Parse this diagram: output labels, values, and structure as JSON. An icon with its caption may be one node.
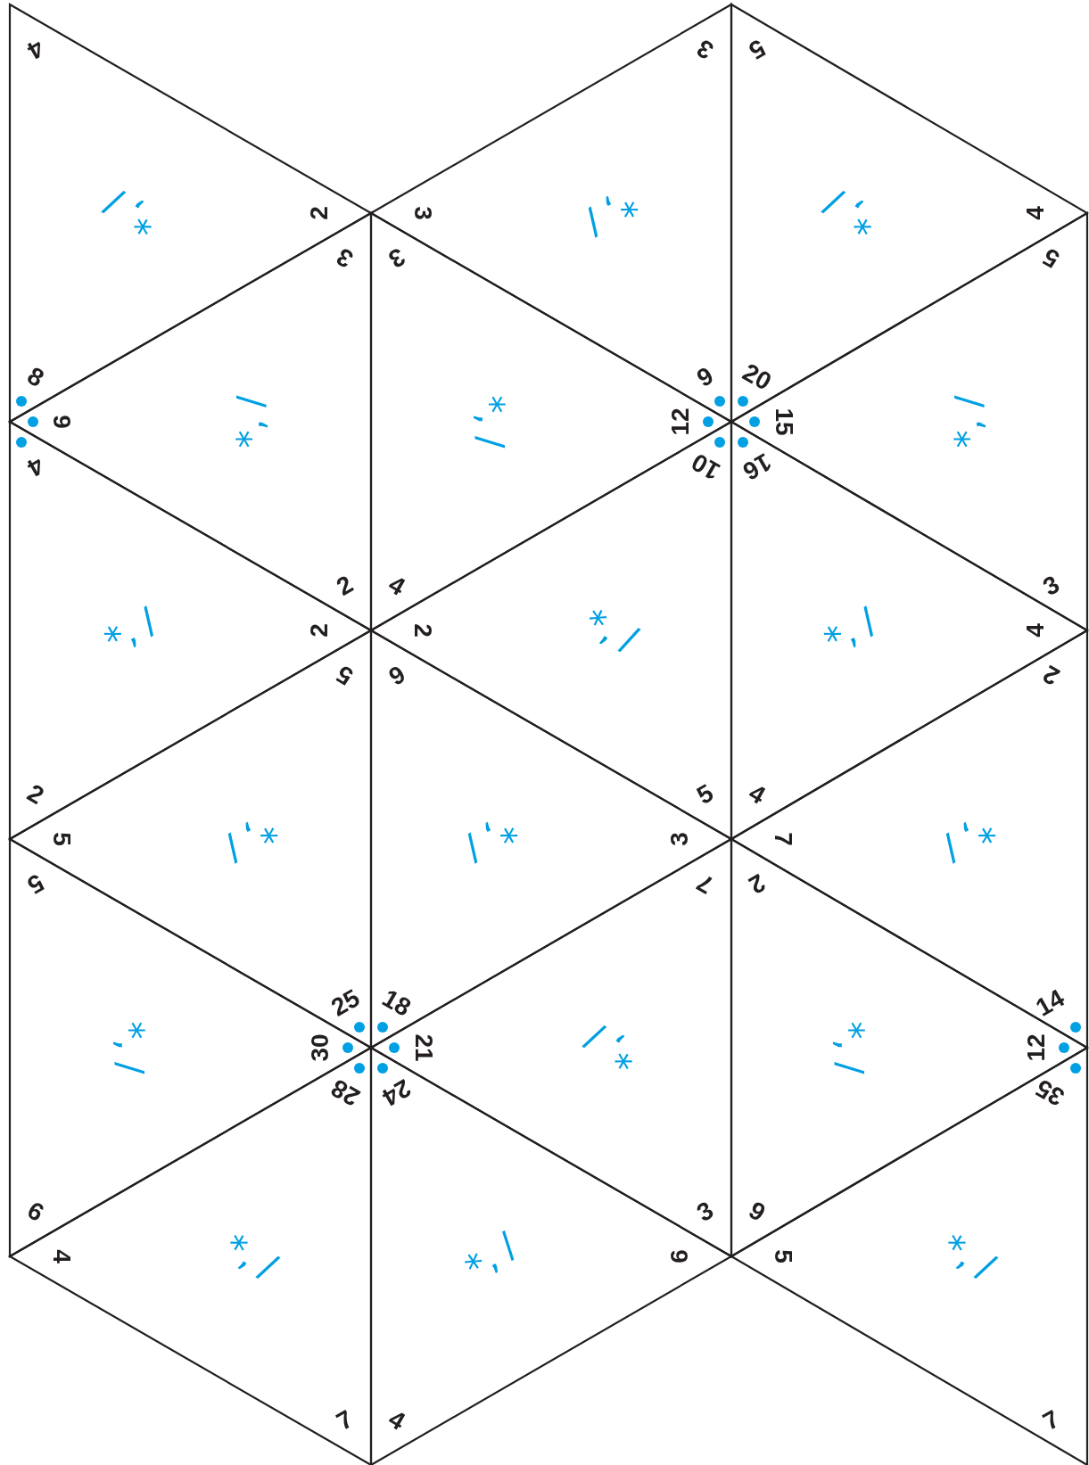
{
  "diagram": {
    "nodes": [
      {
        "text": [
          "*, /",
          "4",
          "2",
          "8"
        ]
      },
      {
        "text": [
          "*, /",
          "9",
          "3",
          "2"
        ]
      },
      {
        "text": [
          "*, /",
          "4",
          "2",
          "2"
        ]
      },
      {
        "text": [
          "*, /",
          "5",
          "5",
          "25"
        ]
      },
      {
        "text": [
          "*, /",
          "5",
          "30",
          "6"
        ]
      },
      {
        "text": [
          "*, /",
          "4",
          "28",
          "7"
        ]
      },
      {
        "text": [
          "*, /",
          "3",
          "3",
          "9"
        ]
      },
      {
        "text": [
          "*, /",
          "3",
          "12",
          "4"
        ]
      },
      {
        "text": [
          "*, /",
          "2",
          "10",
          "5"
        ]
      },
      {
        "text": [
          "*, /",
          "6",
          "3",
          "18"
        ]
      },
      {
        "text": [
          "*, /",
          "21",
          "7",
          "3"
        ]
      },
      {
        "text": [
          "*, /",
          "24",
          "6",
          "4"
        ]
      },
      {
        "text": [
          "*, /",
          "5",
          "4",
          "20"
        ]
      },
      {
        "text": [
          "*, /",
          "15",
          "5",
          "3"
        ]
      },
      {
        "text": [
          "*, /",
          "16",
          "4",
          "4"
        ]
      },
      {
        "text": [
          "*, /",
          "7",
          "2",
          "14"
        ]
      },
      {
        "text": [
          "*, /",
          "2",
          "12",
          "9"
        ]
      },
      {
        "text": [
          "*, /",
          "5",
          "35",
          "7"
        ]
      }
    ]
  }
}
